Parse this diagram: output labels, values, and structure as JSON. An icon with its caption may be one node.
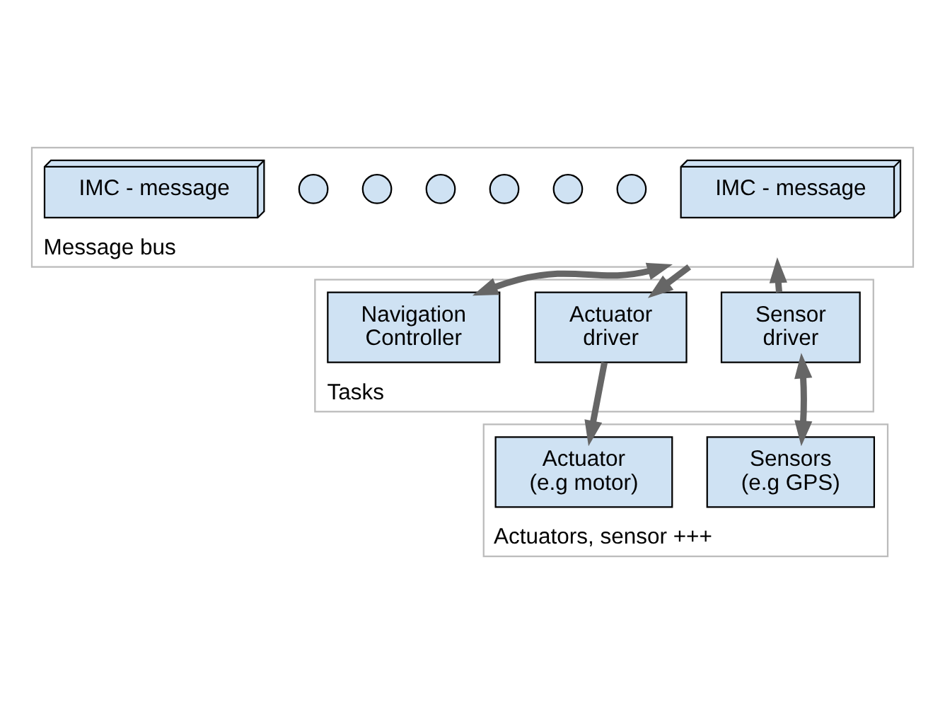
{
  "diagram": {
    "nodes": [
      {
        "text": [
          "Message bus"
        ]
      },
      {
        "text": [
          "IMC - message"
        ],
        "in": 0
      },
      {
        "text": [],
        "shape": "circle",
        "in": 0
      },
      {
        "text": [],
        "shape": "circle",
        "in": 0
      },
      {
        "text": [],
        "shape": "circle",
        "in": 0
      },
      {
        "text": [],
        "shape": "circle",
        "in": 0
      },
      {
        "text": [],
        "shape": "circle",
        "in": 0
      },
      {
        "text": [],
        "shape": "circle",
        "in": 0
      },
      {
        "text": [
          "IMC - message"
        ],
        "in": 0
      },
      {
        "text": [
          "Tasks"
        ]
      },
      {
        "text": [
          "Sensor driver"
        ],
        "in": 9
      },
      {
        "text": [
          "Actuator driver"
        ],
        "in": 9
      },
      {
        "text": [
          "Navigation Controller"
        ],
        "in": 9
      },
      {
        "text": [
          "Actuators, sensor +++"
        ]
      },
      {
        "text": [
          "Sensors (e.g GPS)"
        ],
        "in": 13
      },
      {
        "text": [
          "Actuator (e.g motor)"
        ],
        "in": 13
      }
    ],
    "edges": [
      {
        "from": 10,
        "to": 0,
        "arrow": "to"
      },
      {
        "from": 0,
        "to": 11,
        "arrow": "to"
      },
      {
        "from": 0,
        "to": 12,
        "arrow": "both"
      },
      {
        "from": 10,
        "to": 14,
        "arrow": "both"
      },
      {
        "from": 11,
        "to": 15,
        "arrow": "to"
      }
    ]
  }
}
